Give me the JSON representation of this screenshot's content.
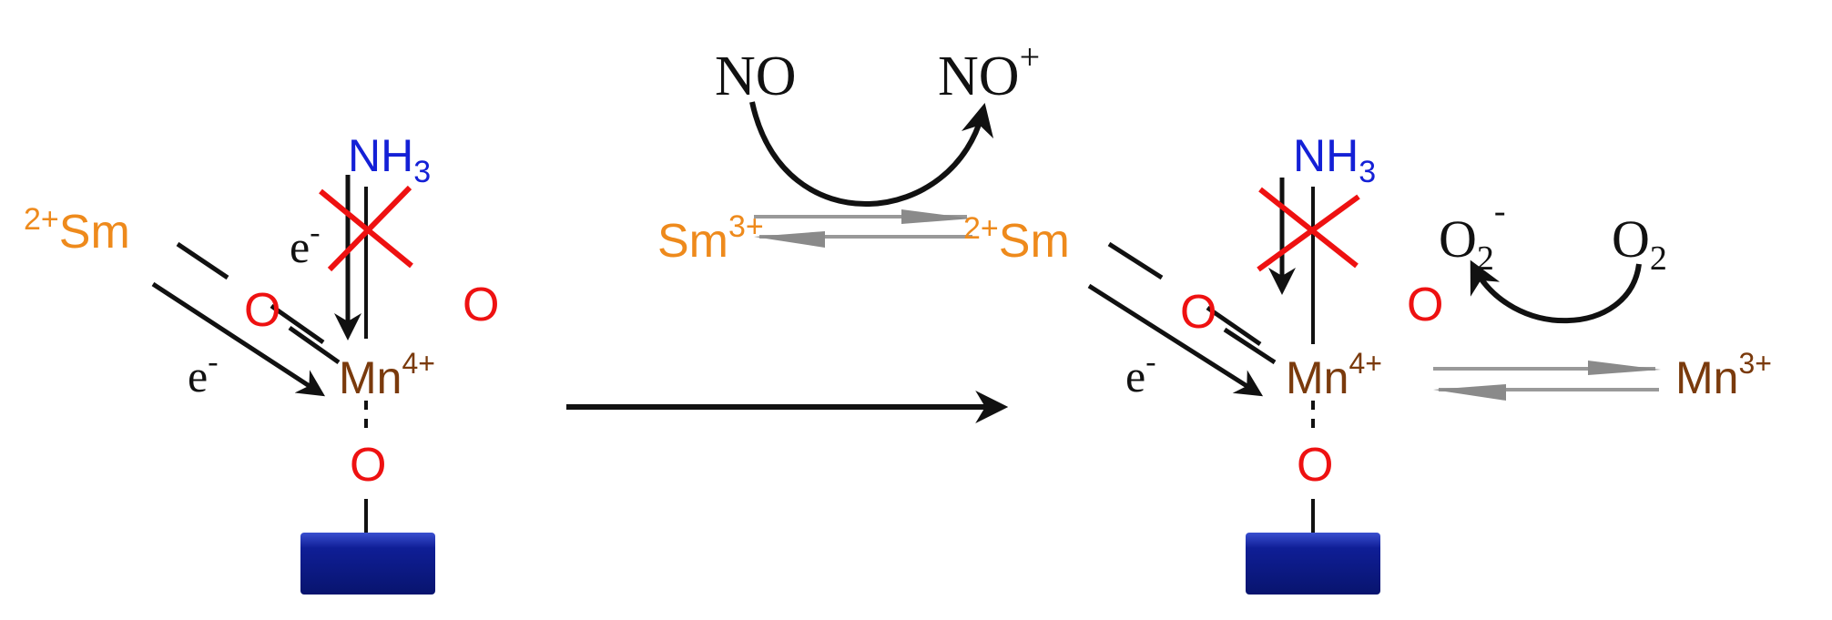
{
  "colors": {
    "samarium": "#ee8a1c",
    "manganese": "#7a3a0c",
    "oxygen": "#ee1111",
    "ammonia": "#1420d6",
    "support": "#0d1a8c",
    "arrow": "#111111",
    "equilibrium_arrow": "#8a8a8a",
    "blocked_mark": "#ee1111"
  },
  "left_structure": {
    "sm_charge": "2+",
    "sm_symbol": "Sm",
    "nh3_main": "NH",
    "nh3_sub": "3",
    "electron_top": "e",
    "electron_top_sup": "-",
    "electron_bottom": "e",
    "electron_bottom_sup": "-",
    "oxygen_bridge": "O",
    "oxygen_right": "O",
    "mn_symbol": "Mn",
    "mn_charge": "4+",
    "oxygen_support": "O"
  },
  "middle": {
    "no_left": "NO",
    "no_right": "NO",
    "no_right_sup": "+",
    "sm_left": "Sm",
    "sm_left_sup": "3+",
    "sm_right_charge": "2+",
    "sm_right": "Sm"
  },
  "right_structure": {
    "nh3_main": "NH",
    "nh3_sub": "3",
    "o2_minus": "O",
    "o2_minus_sub": "2",
    "o2_minus_sup": "-",
    "o2": "O",
    "o2_sub": "2",
    "oxygen_bridge": "O",
    "oxygen_right": "O",
    "electron": "e",
    "electron_sup": "-",
    "mn_symbol": "Mn",
    "mn_charge": "4+",
    "mn3_symbol": "Mn",
    "mn3_charge": "3+",
    "oxygen_support": "O"
  }
}
